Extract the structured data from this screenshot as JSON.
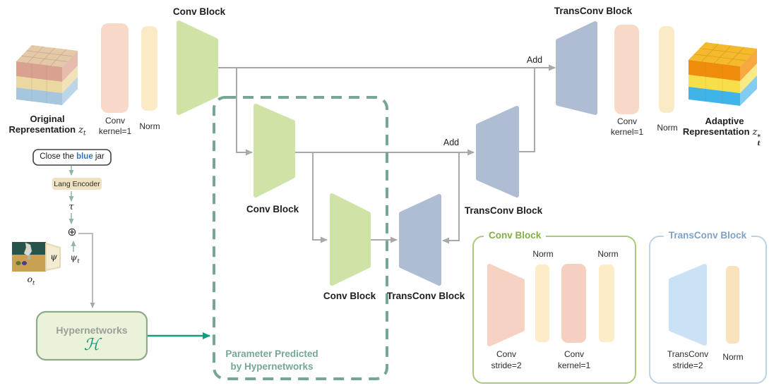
{
  "title_labels": {
    "conv_block": "Conv Block",
    "transconv_block": "TransConv Block"
  },
  "flow": {
    "add": "Add"
  },
  "bars": {
    "conv": "Conv",
    "kernel": "kernel=1",
    "norm": "Norm",
    "stride": "stride=2",
    "transconv": "TransConv"
  },
  "input_rep": {
    "line1": "Original",
    "line2": "Representation",
    "sym": "z",
    "sub": "t"
  },
  "output_rep": {
    "line1": "Adaptive",
    "line2": "Representation",
    "sym": "z",
    "sub": "t",
    "sup": "*"
  },
  "instruction": {
    "pre": "Close the ",
    "highlight": "blue",
    "post": " jar"
  },
  "lang_encoder_label": "Lang Encoder",
  "symbols": {
    "tau": "τ",
    "oplus": "⊕",
    "psi": "ψ",
    "sub_t": "t",
    "obs": "o",
    "script_h": "ℋ"
  },
  "hypernetworks": {
    "title": "Hypernetworks"
  },
  "dashed_region": {
    "line1": "Parameter Predicted",
    "line2": "by Hypernetworks"
  },
  "legend_conv": {
    "title": "Conv Block"
  },
  "legend_transconv": {
    "title": "TransConv Block"
  },
  "colors": {
    "green_block": "#cfe3a6",
    "blue_block": "#aebdd2",
    "light_blue_block": "#c9e2f5",
    "pink_bar": "#f8d9c8",
    "cream_bar": "#fbeac6",
    "teal_accent": "#109c80",
    "dashed_teal": "#76a694",
    "line_gray": "#a9a9a9",
    "legend_green_title": "#85ad49",
    "legend_blue_title": "#7ea2c3",
    "instruction_highlight": "#2e74c9"
  }
}
